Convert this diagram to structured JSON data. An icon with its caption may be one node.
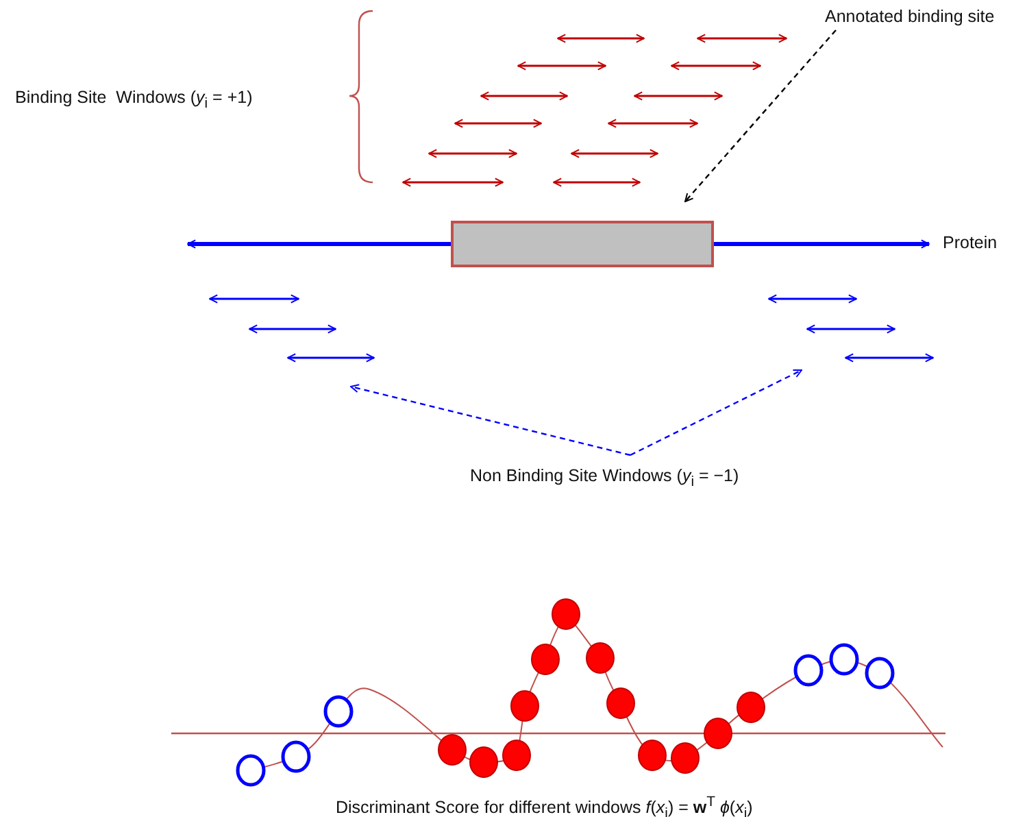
{
  "diagram": {
    "nodes": [
      {
        "text": [
          "Annotated binding site"
        ]
      },
      {
        "text": [],
        "shape": "box"
      },
      {
        "text": [
          "Non Binding Site Windows (*y*$_{i}$ = −1)"
        ]
      }
    ],
    "edges": [
      {
        "from": 0,
        "to": 1,
        "arrow": "to",
        "style": "dashed",
        "color": "#000000"
      },
      {
        "from": 2,
        "to": null,
        "arrow": "to",
        "style": "dashed"
      },
      {
        "from": 2,
        "to": null,
        "arrow": "to",
        "style": "dashed"
      }
    ],
    "labels": [
      "Binding Site  Windows (*y*$_{i}$ = +1)",
      "Protein",
      "Discriminant Score for different windows *f*(*x*$_{i}$) = **w**$^{T}$ *ϕ*(*x*$_{i}$)"
    ]
  }
}
